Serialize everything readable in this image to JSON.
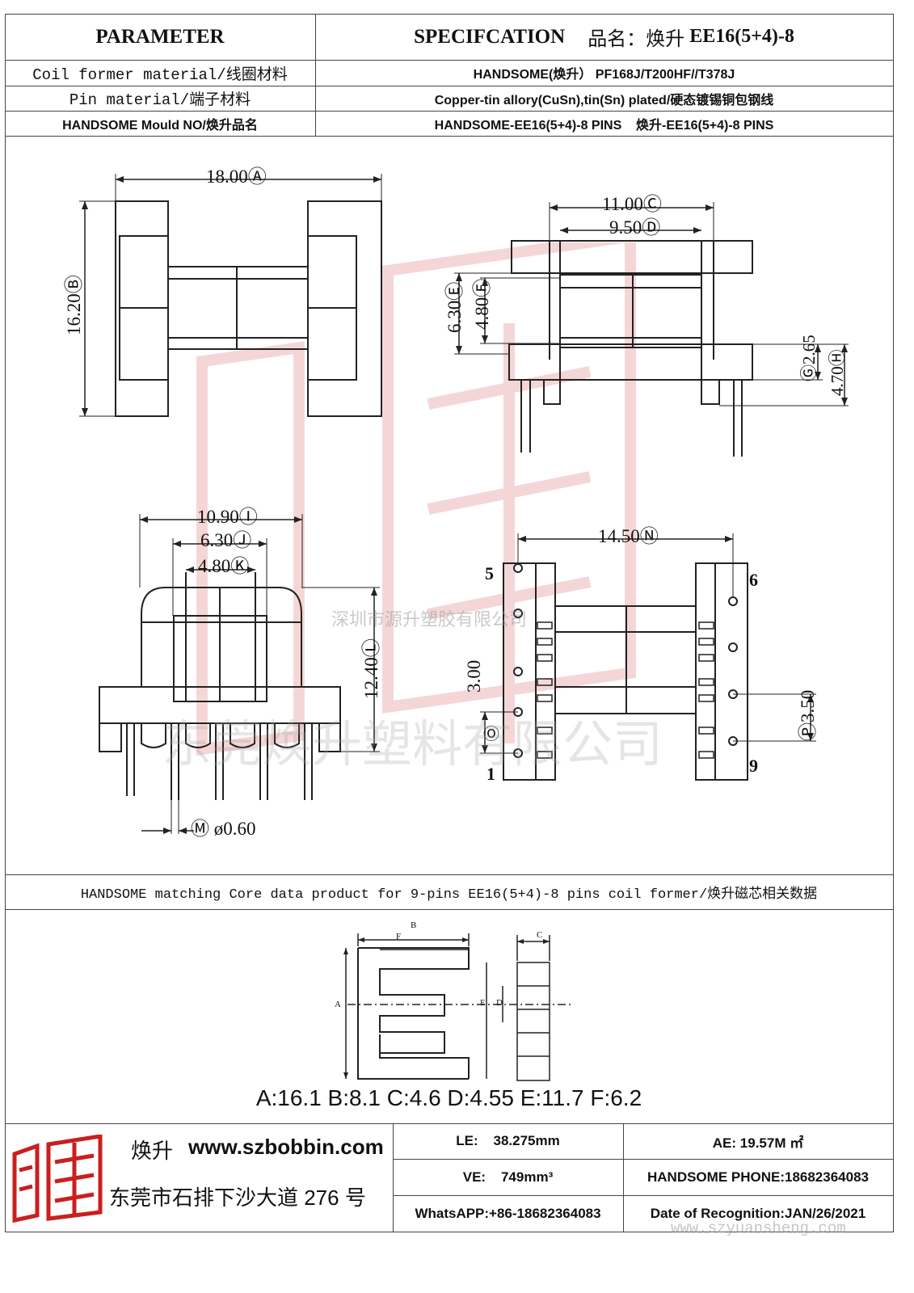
{
  "header": {
    "parameter_label": "PARAMETER",
    "spec_label": "SPECIFCATION",
    "product_name_prefix": "品名：焕升",
    "product_name_model": "EE16(5+4)-8"
  },
  "param_rows": [
    {
      "label": "Coil former material/线圈材料",
      "value": "HANDSOME(焕升） PF168J/T200HF//T378J"
    },
    {
      "label": "Pin material/端子材料",
      "value": "Copper-tin allory(CuSn),tin(Sn) plated/硬态镀锡铜包钢线"
    },
    {
      "label": "HANDSOME Mould NO/焕升品名",
      "value": "HANDSOME-EE16(5+4)-8 PINS    焕升-EE16(5+4)-8 PINS"
    }
  ],
  "drawing": {
    "dims": {
      "A": "18.00Ⓐ",
      "B": "16.20Ⓑ",
      "C": "11.00Ⓒ",
      "D": "9.50Ⓓ",
      "E": "6.30Ⓔ",
      "F": "4.80Ⓕ",
      "G": "Ⓖ2.65",
      "H": "4.70Ⓗ",
      "I": "10.90Ⓘ",
      "J": "6.30Ⓙ",
      "K": "4.80Ⓚ",
      "L": "12.40Ⓛ",
      "M": "Ⓜ ø0.60",
      "N": "14.50Ⓝ",
      "O": "3.00",
      "O_marker": "Ⓞ",
      "P": "Ⓟ3.50"
    },
    "pin_labels": {
      "p5": "5",
      "p6": "6",
      "p1": "1",
      "p9": "9"
    },
    "watermark_small": "深圳市源升塑胶有限公司",
    "watermark_large": "东莞焕升塑料有限公司"
  },
  "core": {
    "title": "HANDSOME matching Core data  product for 9-pins EE16(5+4)-8 pins coil former/焕升磁芯相关数据",
    "labels": {
      "A": "A",
      "B": "B",
      "C": "C",
      "D": "D",
      "E": "E",
      "F": "F"
    },
    "values_line": "A:16.1 B:8.1 C:4.6 D:4.55 E:11.7 F:6.2"
  },
  "footer": {
    "brand": "焕升",
    "website": "www.szbobbin.com",
    "address": "东莞市石排下沙大道 276 号",
    "le": "LE:    38.275mm",
    "ae": "AE: 19.57M ㎡",
    "ve": "VE:    749mm³",
    "phone": "HANDSOME PHONE:18682364083",
    "whatsapp": "WhatsAPP:+86-18682364083",
    "date": "Date of Recognition:JAN/26/2021",
    "watermark_url": "www.szyuansheng.com"
  },
  "colors": {
    "logo_red": "#c8201e",
    "watermark_red": "#e9a3a3",
    "line": "#444444"
  }
}
